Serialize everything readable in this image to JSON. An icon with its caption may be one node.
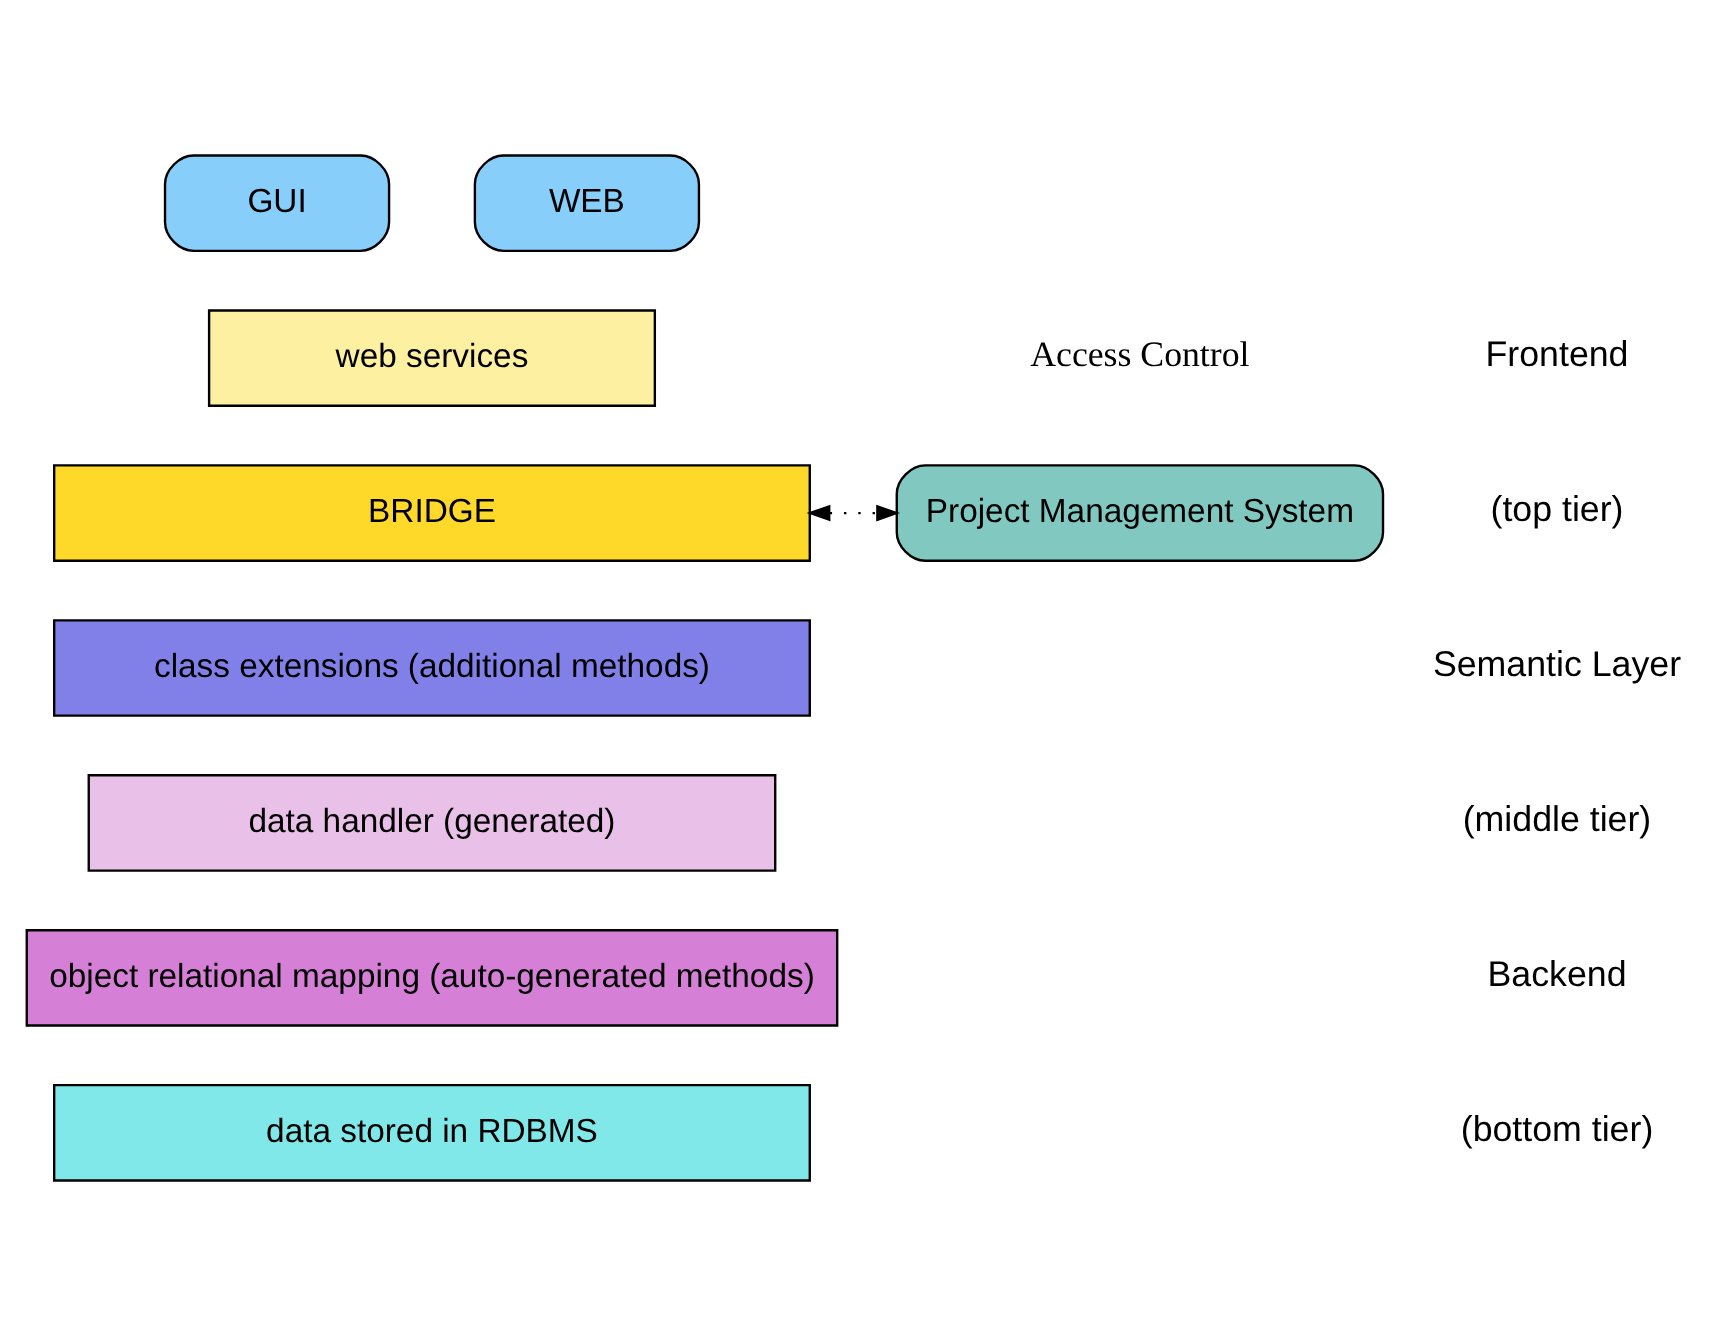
{
  "diagram": {
    "nodes": [
      {
        "text": [
          "GUI"
        ]
      },
      {
        "text": [
          "WEB"
        ]
      },
      {
        "text": [
          "web services"
        ]
      },
      {
        "text": [
          "BRIDGE"
        ]
      },
      {
        "text": [
          "class extensions (additional methods)"
        ]
      },
      {
        "text": [
          "data handler (generated)"
        ]
      },
      {
        "text": [
          "object relational mapping (auto-generated methods)"
        ]
      },
      {
        "text": [
          "data stored in RDBMS"
        ]
      },
      {
        "text": [
          "Project Management System"
        ]
      }
    ],
    "edges": [
      {
        "from": 3,
        "to": 8,
        "arrow": "both",
        "style": "dashed"
      }
    ],
    "labels": [
      "Frontend",
      "(top tier)",
      "Access Control",
      "Semantic Layer",
      "(middle tier)",
      "Backend",
      "(bottom tier)"
    ]
  }
}
